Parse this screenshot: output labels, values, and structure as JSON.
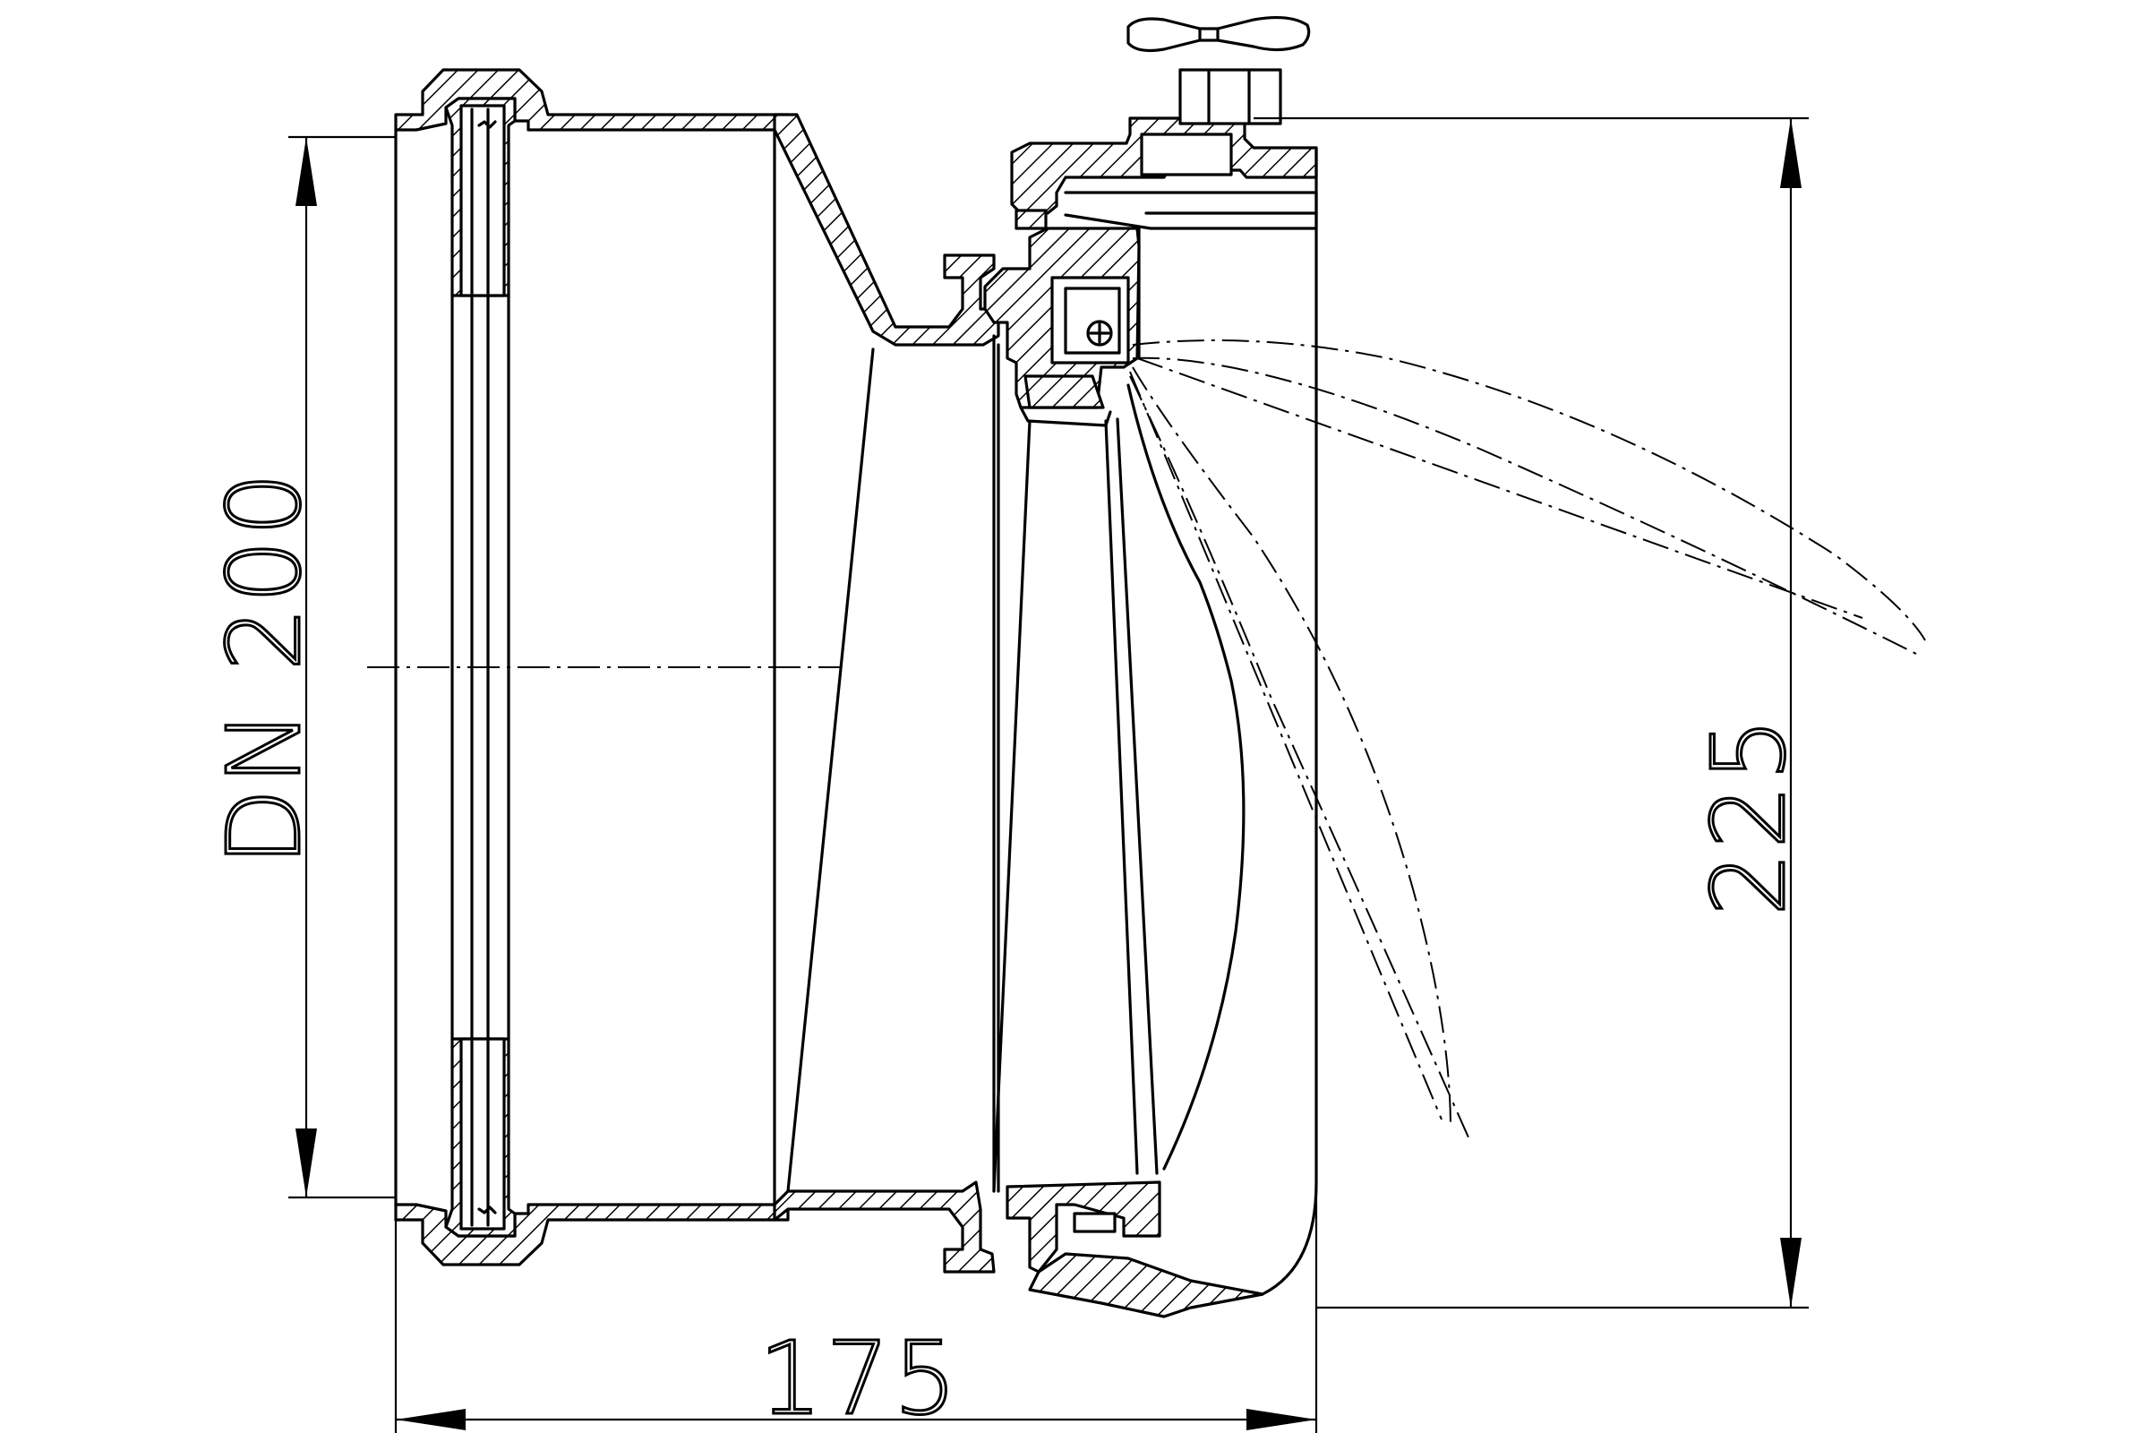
{
  "dimensions": {
    "diameter_label": "DN 200",
    "height_label": "225",
    "length_label": "175"
  }
}
